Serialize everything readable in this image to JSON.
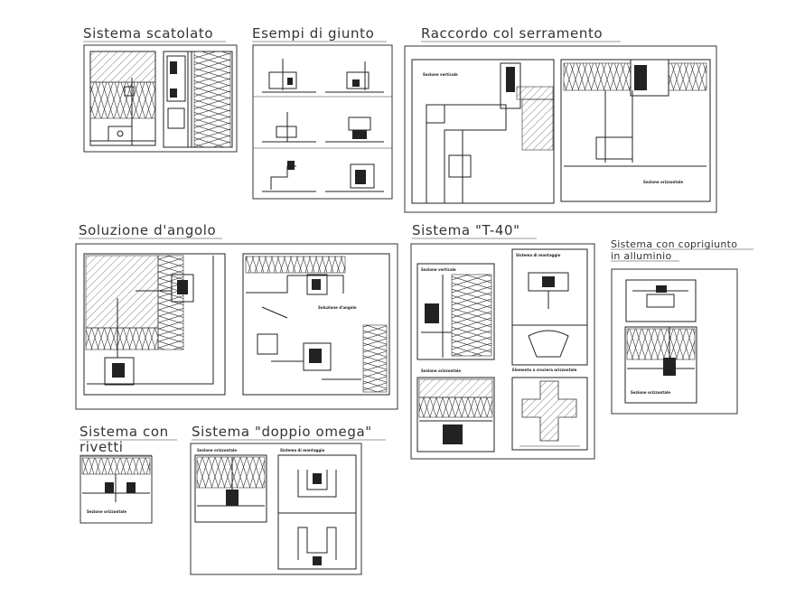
{
  "titles": {
    "scatolato": "Sistema scatolato",
    "giunto": "Esempi di giunto",
    "raccordo": "Raccordo col serramento",
    "angolo": "Soluzione d'angolo",
    "t40": "Sistema \"T-40\"",
    "coprigiunto_1": "Sistema con coprigiunto",
    "coprigiunto_2": "in alluminio",
    "rivetti_1": "Sistema con",
    "rivetti_2": "rivetti",
    "omega": "Sistema \"doppio omega\""
  },
  "labels": {
    "sezione_verticale": "Sezione verticale",
    "sezione_orizzontale": "Sezione orizzontale",
    "soluzione_angolo": "Soluzione d'angolo",
    "sistema_montaggio": "Sistema di montaggio",
    "elemento_crociera": "Elemento a crociera orizzontale"
  }
}
